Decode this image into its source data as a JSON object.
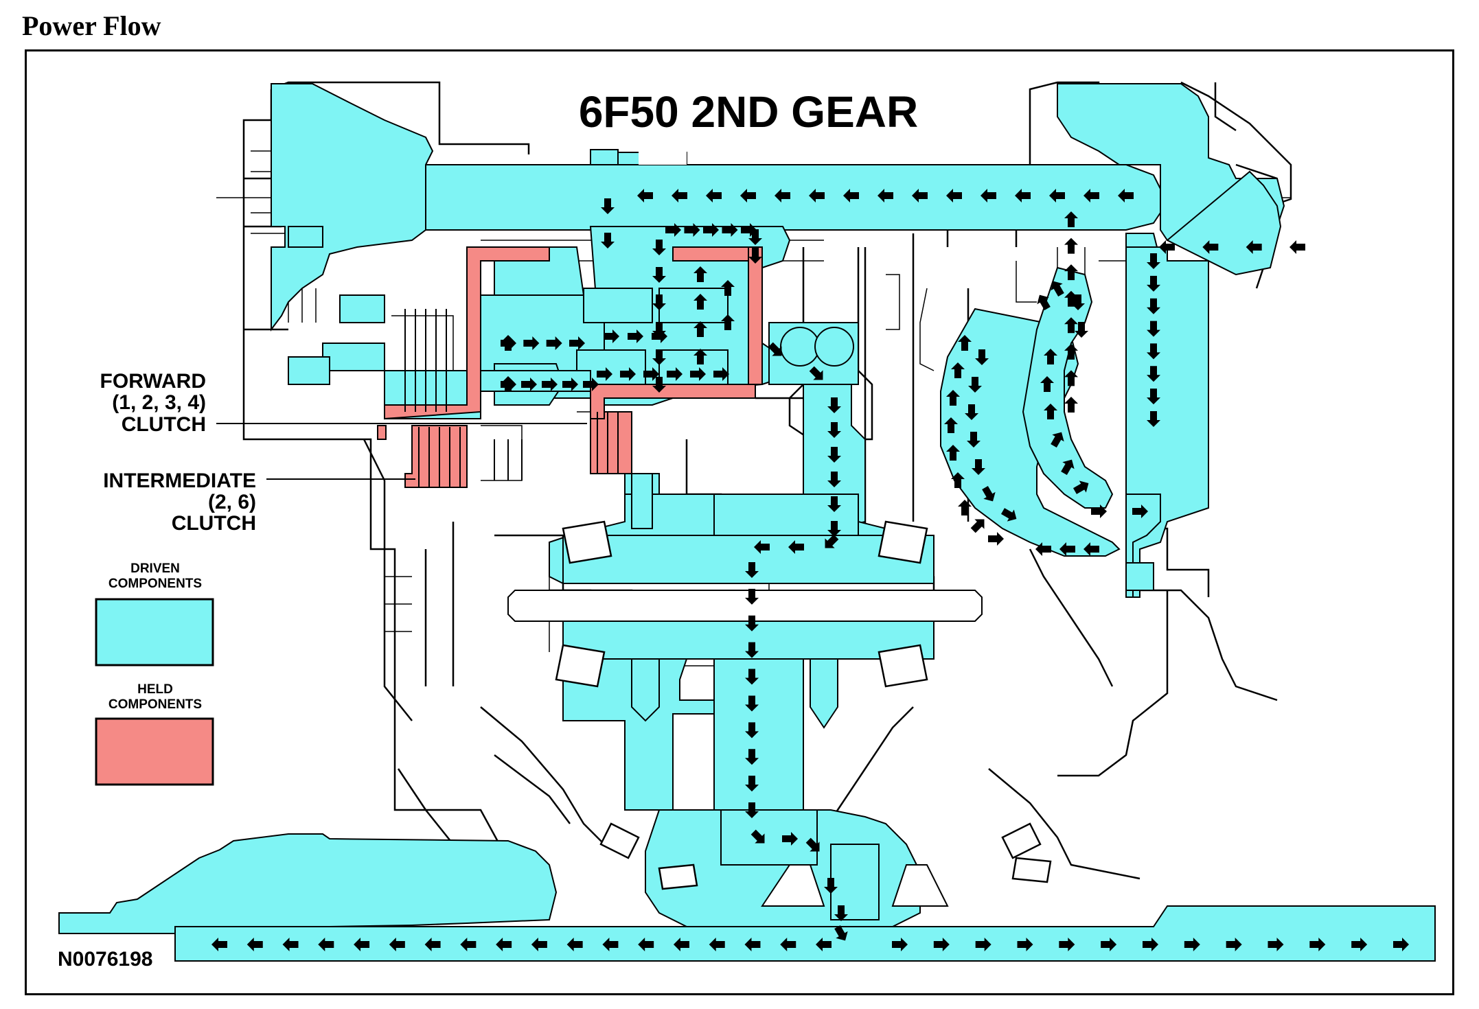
{
  "page": {
    "header": "Power Flow"
  },
  "diagram": {
    "title": "6F50 2ND GEAR",
    "figure_id": "N0076198",
    "callouts": {
      "forward": [
        "FORWARD",
        "(1, 2, 3, 4)",
        "CLUTCH"
      ],
      "intermediate": [
        "INTERMEDIATE",
        "(2, 6)",
        "CLUTCH"
      ]
    },
    "legend": {
      "driven": [
        "DRIVEN",
        "COMPONENTS"
      ],
      "held": [
        "HELD",
        "COMPONENTS"
      ]
    },
    "colors": {
      "driven": "#7ff4f4",
      "held": "#f58a86",
      "line": "#000000",
      "background": "#ffffff"
    }
  }
}
